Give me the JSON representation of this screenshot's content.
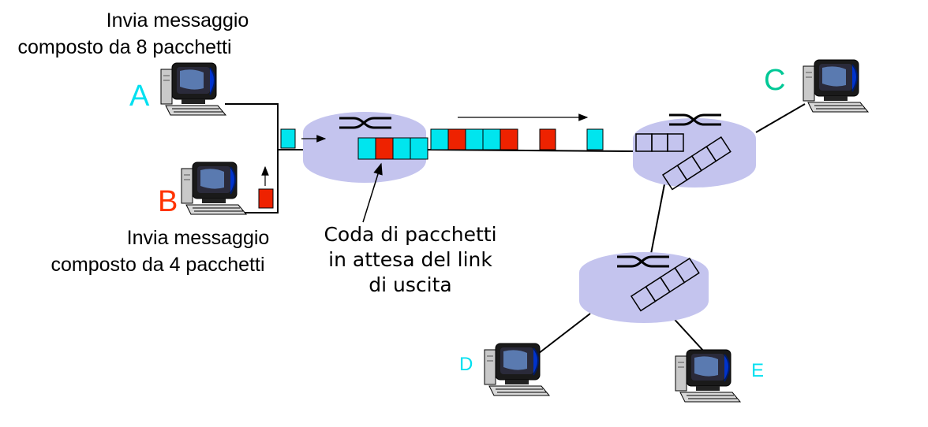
{
  "labels": {
    "host_a_caption_line1": "Invia messaggio",
    "host_a_caption_line2": "composto da 8 pacchetti",
    "host_b_caption_line1": "Invia messaggio",
    "host_b_caption_line2": "composto da 4 pacchetti",
    "queue_caption_line1": "Coda di pacchetti",
    "queue_caption_line2": "in attesa del link",
    "queue_caption_line3": "di uscita"
  },
  "hosts": {
    "a": "A",
    "b": "B",
    "c": "C",
    "d": "D",
    "e": "E"
  },
  "colors": {
    "host_a": "#00e0f0",
    "host_b": "#ff3300",
    "host_c": "#00c896",
    "host_d": "#00e0f0",
    "host_e": "#00e0f0",
    "packet_cyan": "#00e5ee",
    "packet_red": "#ee2200",
    "router_fill": "#c4c4ee"
  },
  "queue_first_router": [
    "cyan",
    "red",
    "cyan",
    "cyan"
  ],
  "packets_on_link": [
    "cyan",
    "red",
    "cyan",
    "cyan",
    "red",
    "red",
    "cyan"
  ]
}
